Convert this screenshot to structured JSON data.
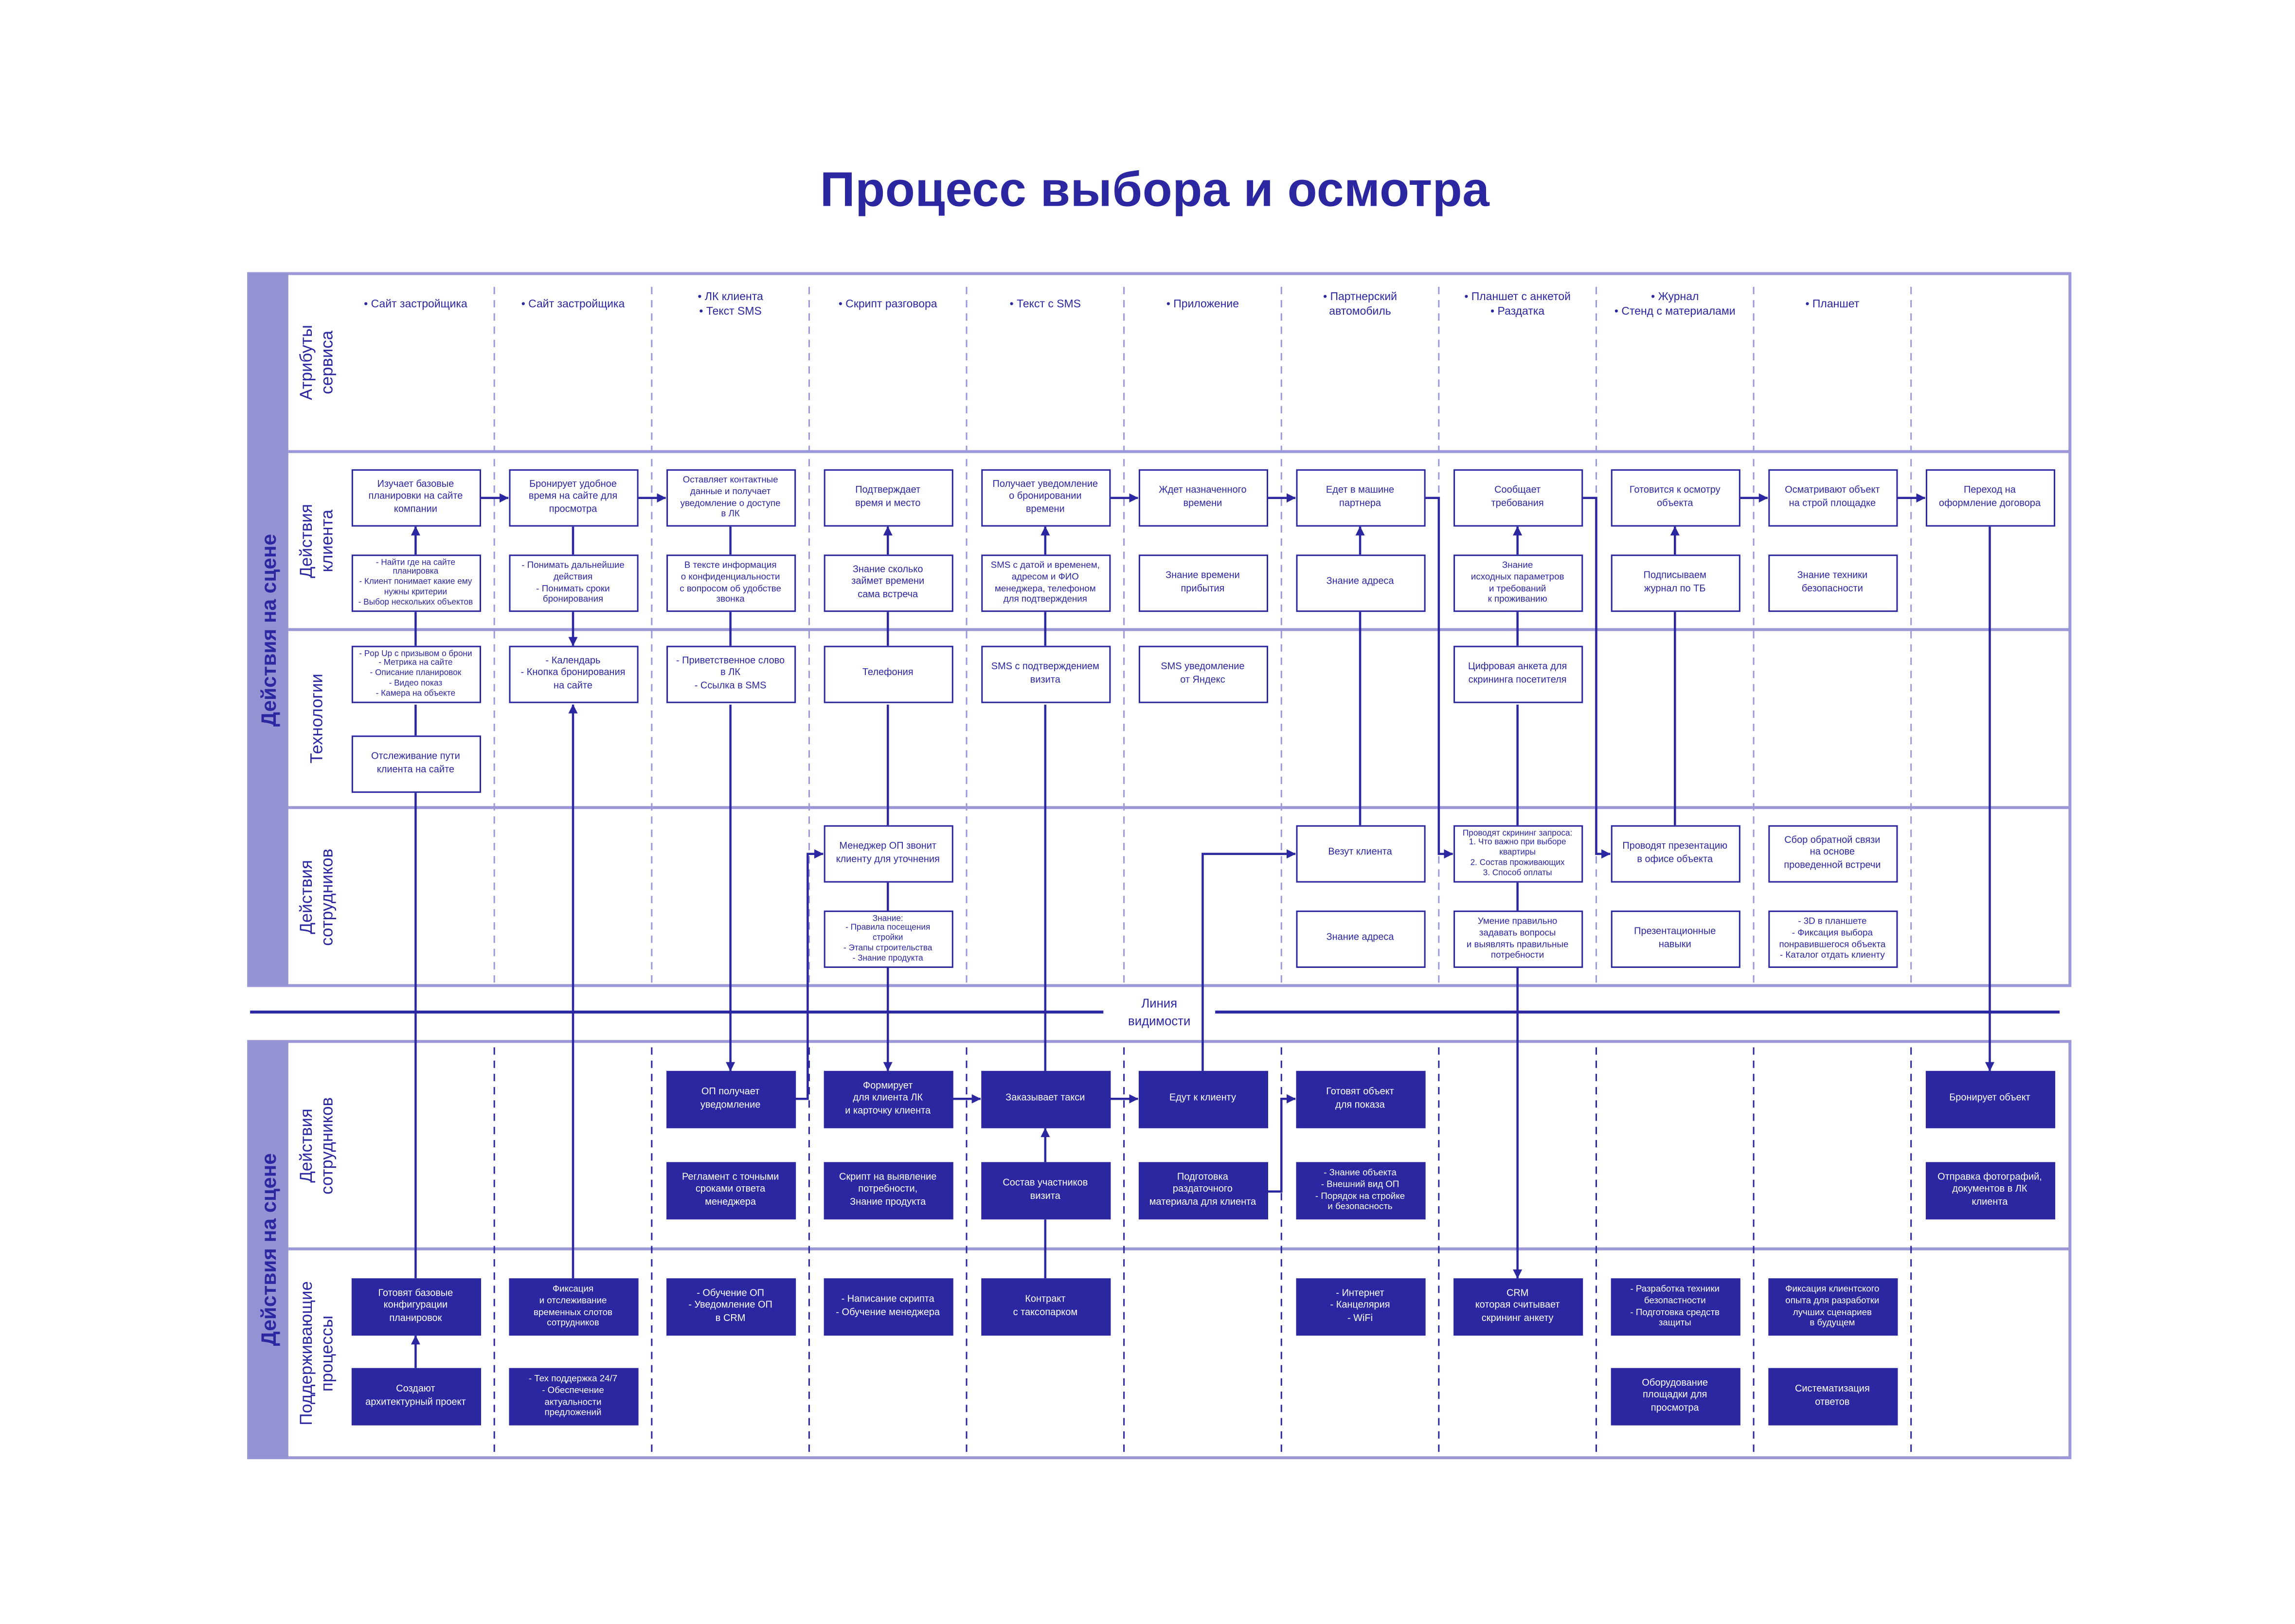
{
  "title": "Процесс выбора и осмотра",
  "colors": {
    "primary": "#2a27a0",
    "band": "#9592d3",
    "frame": "#9a98d6"
  },
  "sections": {
    "top_band_label": "Действия на сцене",
    "bottom_band_label": "Действия на сцене",
    "visibility_line_label": "Линия\nвидимости"
  },
  "lanes": {
    "attributes": "Атрибуты\nсервиса",
    "client_actions": "Действия\nклиента",
    "technologies": "Технологии",
    "staff_actions": "Действия\nсотрудников",
    "backstage_staff_actions": "Действия\nсотрудников",
    "support_processes": "Поддерживающие\nпроцессы"
  },
  "columns": [
    {
      "attributes": [
        "Сайт застройщика"
      ],
      "client_action": "Изучает базовые\nпланировки на сайте\nкомпании",
      "client_knowledge": "- Найти где на сайте\nпланировка\n- Клиент понимает какие ему\nнужны критерии\n- Выбор нескольких объектов",
      "tech": "- Pop Up с призывом о брони\n- Метрика на сайте\n- Описание планировок\n- Видео показ\n- Камера на объекте",
      "tech_extra": "Отслеживание пути\nклиента на сайте",
      "support": "Готовят базовые\nконфигурации\nпланировок",
      "support_extra": "Создают\nархитектурный проект"
    },
    {
      "attributes": [
        "Сайт застройщика"
      ],
      "client_action": "Бронирует удобное\nвремя на сайте для\nпросмотра",
      "client_knowledge": "- Понимать дальнейшие\nдействия\n- Понимать сроки\nбронирования",
      "tech": "- Календарь\n- Кнопка бронирования\nна сайте",
      "support": "Фиксация\nи отслеживание\nвременных слотов\nсотрудников",
      "support_extra": "- Тех поддержка 24/7\n- Обеспечение\nактуальности\nпредложений"
    },
    {
      "attributes": [
        "ЛК клиента",
        "Текст SMS"
      ],
      "client_action": "Оставляет контактные\nданные и получает\nуведомление о доступе\nв ЛК",
      "client_knowledge": "В тексте информация\nо конфиденциальности\nс вопросом об удобстве\nзвонка",
      "tech": "- Приветственное слово\nв ЛК\n- Ссылка в SMS",
      "backstage_action": "ОП получает\nуведомление",
      "backstage_knowledge": "Регламент с точными\nсроками ответа\nменеджера",
      "support": "- Обучение ОП\n- Уведомление ОП\nв CRM"
    },
    {
      "attributes": [
        "Скрипт разговора"
      ],
      "client_action": "Подтверждает\nвремя и место",
      "client_knowledge": "Знание сколько\nзаймет времени\nсама встреча",
      "tech": "Телефония",
      "staff_action": "Менеджер ОП звонит\nклиенту для уточнения",
      "staff_knowledge": "Знание:\n- Правила посещения\nстройки\n- Этапы строительства\n- Знание продукта",
      "backstage_action": "Формирует\nдля клиента ЛК\nи карточку клиента",
      "backstage_knowledge": "Скрипт на выявление\nпотребности,\nЗнание продукта",
      "support": "- Написание скрипта\n- Обучение менеджера"
    },
    {
      "attributes": [
        "Текст с SMS"
      ],
      "client_action": "Получает уведомление\nо бронировании\nвремени",
      "client_knowledge": "SMS с датой и временем,\nадресом и ФИО\nменеджера, телефоном\nдля подтверждения",
      "tech": "SMS с подтверждением\nвизита",
      "backstage_action": "Заказывает такси",
      "backstage_knowledge": "Состав участников\nвизита",
      "support": "Контракт\nс таксопарком"
    },
    {
      "attributes": [
        "Приложение"
      ],
      "client_action": "Ждет назначенного\nвремени",
      "client_knowledge": "Знание времени\nприбытия",
      "tech": "SMS уведомление\nот Яндекс",
      "backstage_action": "Едут к клиенту",
      "backstage_knowledge": "Подготовка\nраздаточного\nматериала для клиента"
    },
    {
      "attributes": [
        "Партнерский\nавтомобиль"
      ],
      "client_action": "Едет в машине\nпартнера",
      "client_knowledge": "Знание адреса",
      "staff_action": "Везут клиента",
      "staff_knowledge": "Знание адреса",
      "backstage_action": "Готовят объект\nдля показа",
      "backstage_knowledge": "- Знание объекта\n- Внешний вид ОП\n- Порядок на стройке\nи безопасность",
      "support": "- Интернет\n- Канцелярия\n- WiFi"
    },
    {
      "attributes": [
        "Планшет с анкетой",
        "Раздатка"
      ],
      "client_action": "Сообщает\nтребования",
      "client_knowledge": "Знание\nисходных параметров\nи требований\nк проживанию",
      "tech": "Цифровая анкета для\nскрининга посетителя",
      "staff_action": "Проводят скрининг запроса:\n1. Что важно при выборе\nквартиры\n2. Состав проживающих\n3. Способ оплаты",
      "staff_knowledge": "Умение правильно\nзадавать вопросы\nи выявлять правильные\nпотребности",
      "support": "CRM\nкоторая считывает\nскрининг анкету"
    },
    {
      "attributes": [
        "Журнал",
        "Стенд с материалами"
      ],
      "client_action": "Готовится к осмотру\nобъекта",
      "client_knowledge": "Подписываем\nжурнал по ТБ",
      "staff_action": "Проводят презентацию\nв офисе объекта",
      "staff_knowledge": "Презентационные\nнавыки",
      "support": "- Разработка техники\nбезопастности\n- Подготовка средств\nзащиты",
      "support_extra": "Оборудование\nплощадки для\nпросмотра"
    },
    {
      "attributes": [
        "Планшет"
      ],
      "client_action": "Осматривают объект\nна строй площадке",
      "client_knowledge": "Знание техники\nбезопасности",
      "staff_action": "Сбор обратной связи\nна основе\nпроведенной встречи",
      "staff_knowledge": "- 3D в планшете\n- Фиксация выбора\nпонравившегося объекта\n- Каталог отдать клиенту",
      "support": "Фиксация клиентского\nопыта для разработки\nлучших сценариев\nв будущем",
      "support_extra": "Систематизация\nответов"
    },
    {
      "attributes": [],
      "client_action": "Переход на\nоформление договора",
      "backstage_action": "Бронирует объект",
      "backstage_knowledge": "Отправка фотографий,\nдокументов в ЛК\nклиента"
    }
  ]
}
